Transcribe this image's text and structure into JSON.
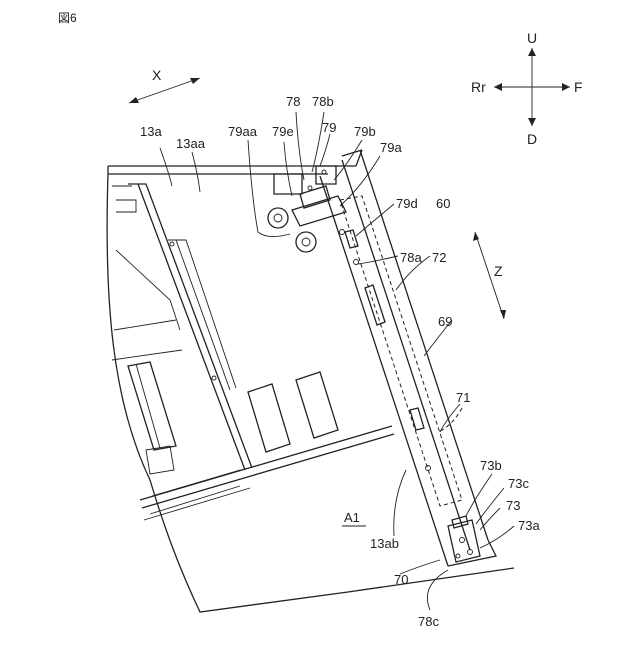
{
  "figure": {
    "title": "図6"
  },
  "directions": {
    "up": "U",
    "down": "D",
    "rear": "Rr",
    "front": "F",
    "x_axis": "X",
    "z_axis": "Z"
  },
  "labels": {
    "l13a": "13a",
    "l13aa": "13aa",
    "l78": "78",
    "l78b": "78b",
    "l79aa": "79aa",
    "l79e": "79e",
    "l79": "79",
    "l79b": "79b",
    "l79a": "79a",
    "l79d": "79d",
    "l60": "60",
    "l78a": "78a",
    "l72": "72",
    "l69": "69",
    "l71": "71",
    "l73b": "73b",
    "l73c": "73c",
    "l73": "73",
    "l73a": "73a",
    "lA1": "A1",
    "l13ab": "13ab",
    "l70": "70",
    "l78c": "78c"
  }
}
